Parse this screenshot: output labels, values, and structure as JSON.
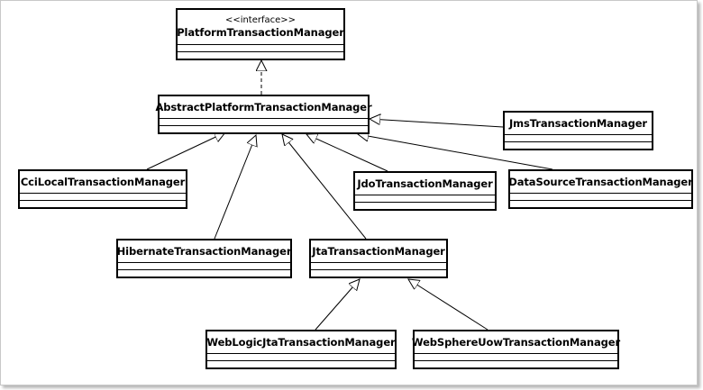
{
  "diagram": {
    "root": {
      "stereotype": "<<interface>>",
      "name": "PlatformTransactionManager"
    },
    "abstract": {
      "name": "AbstractPlatformTransactionManager"
    },
    "implementations": {
      "jms": "JmsTransactionManager",
      "cci": "CciLocalTransactionManager",
      "jdo": "JdoTransactionManager",
      "datasource": "DataSourceTransactionManager",
      "hibernate": "HibernateTransactionManager",
      "jta": "JtaTransactionManager",
      "weblogic": "WebLogicJtaTransactionManager",
      "websphere": "WebSphereUowTransactionManager"
    }
  }
}
